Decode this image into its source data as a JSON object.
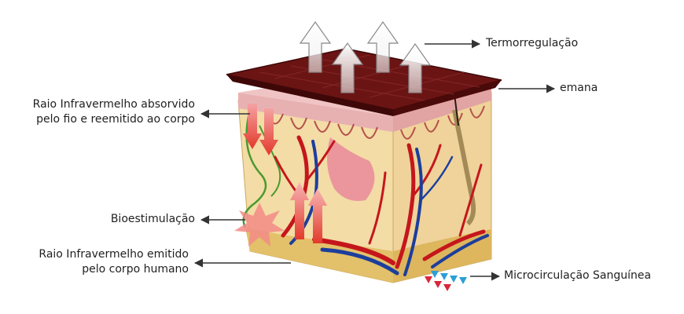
{
  "labels": {
    "termoregulation": "Termorregulação",
    "fabric": "emana",
    "ir_absorbed_line1": "Raio Infravermelho absorvido",
    "ir_absorbed_line2": "pelo fio e reemitido ao corpo",
    "biostimulation": "Bioestimulação",
    "ir_emitted_line1": "Raio Infravermelho emitido",
    "ir_emitted_line2": "pelo corpo humano",
    "microcirculation": "Microcirculação Sanguínea"
  },
  "colors": {
    "fabric": "#6b1414",
    "fabric_dark": "#3f0808",
    "epidermis": "#e8b1b1",
    "dermis": "#f3dca6",
    "fat": "#e7cb7d",
    "artery": "#c5161c",
    "vein": "#1c3e9c",
    "ir_arrow": "#e8483a",
    "heat_arrow": "#ffffff",
    "pointer": "#333333"
  }
}
